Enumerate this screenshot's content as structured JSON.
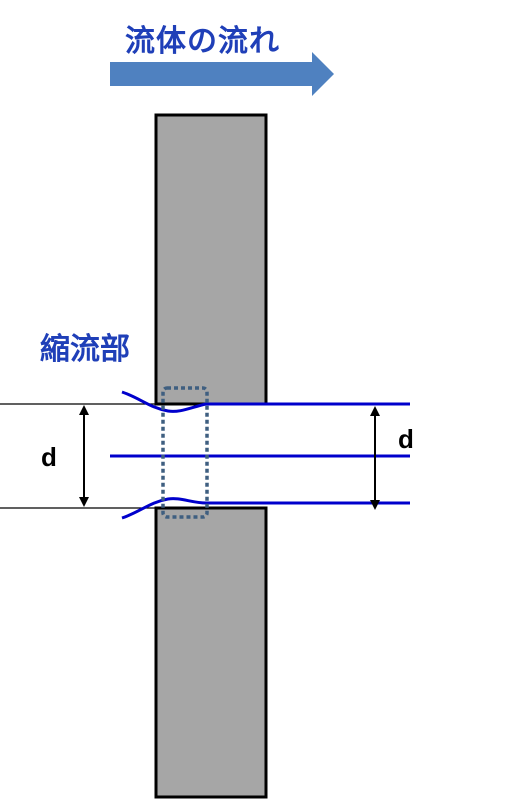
{
  "diagram": {
    "title": "流体の流れ",
    "vena_contracta_label": "縮流部",
    "orifice_dimension_label": "d",
    "jet_dimension_label": "d",
    "colors": {
      "label_blue": "#1f3fb8",
      "flow_arrow": "#4f81c0",
      "plate_fill": "#a6a6a6",
      "plate_stroke": "#000000",
      "streamline": "#0000cc",
      "highlight_box": "#3f5f80",
      "dimension": "#000000"
    }
  }
}
